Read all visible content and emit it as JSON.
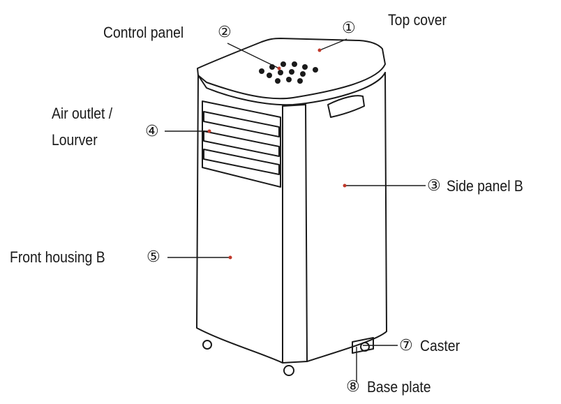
{
  "parts": [
    {
      "id": "top-cover",
      "number": "①",
      "label": "Top cover"
    },
    {
      "id": "control-panel",
      "number": "②",
      "label": "Control panel"
    },
    {
      "id": "side-panel-b",
      "number": "③",
      "label": "Side panel B"
    },
    {
      "id": "air-outlet",
      "number": "④",
      "label_line1": "Air outlet /",
      "label_line2": "Lourver"
    },
    {
      "id": "front-housing-b",
      "number": "⑤",
      "label": "Front housing B"
    },
    {
      "id": "caster",
      "number": "⑦",
      "label": "Caster"
    },
    {
      "id": "base-plate",
      "number": "⑧",
      "label": "Base plate"
    }
  ],
  "colors": {
    "line": "#1a1a1a",
    "leader": "#c0392b",
    "text": "#1a1a1a"
  }
}
